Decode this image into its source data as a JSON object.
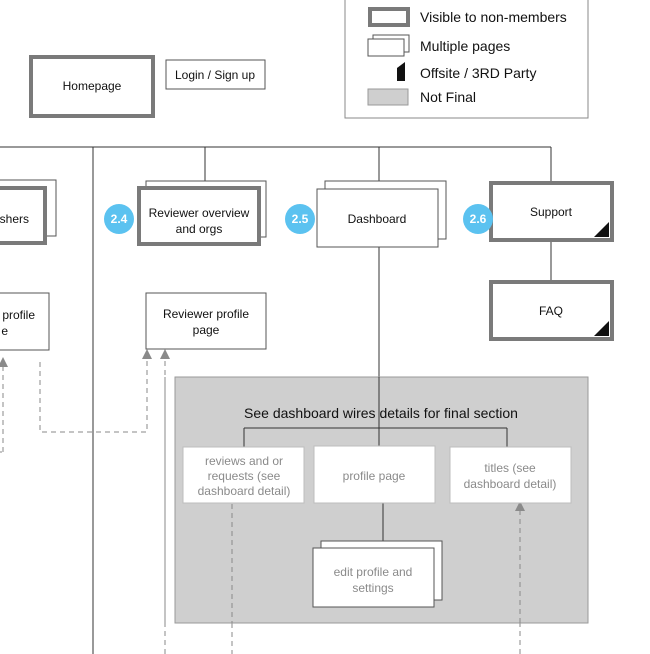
{
  "colors": {
    "badge": "#5bc2f0",
    "not_final_fill": "#cfcfcf",
    "thick_border": "#7a7a7a",
    "line": "#333333",
    "dashed": "#8a8a8a"
  },
  "legend": {
    "visible_to_non_members": "Visible to non-members",
    "multiple_pages": "Multiple pages",
    "offsite_third_party": "Offsite / 3RD Party",
    "not_final": "Not Final"
  },
  "top": {
    "homepage": "Homepage",
    "login_signup": "Login / Sign up"
  },
  "nodes": {
    "publishers": "shers",
    "publisher_profile_line1": "profile",
    "publisher_profile_line2": "e",
    "reviewer_overview_line1": "Reviewer overview",
    "reviewer_overview_line2": "and orgs",
    "reviewer_profile_line1": "Reviewer profile",
    "reviewer_profile_line2": "page",
    "dashboard": "Dashboard",
    "support": "Support",
    "faq": "FAQ"
  },
  "badges": {
    "b24": "2.4",
    "b25": "2.5",
    "b26": "2.6"
  },
  "dashboard_section": {
    "title": "See dashboard wires details for final section",
    "reviews_line1": "reviews and or",
    "reviews_line2": "requests (see",
    "reviews_line3": "dashboard detail)",
    "profile_page": "profile page",
    "titles_line1": "titles (see",
    "titles_line2": "dashboard detail)",
    "edit_line1": "edit profile and",
    "edit_line2": "settings"
  }
}
